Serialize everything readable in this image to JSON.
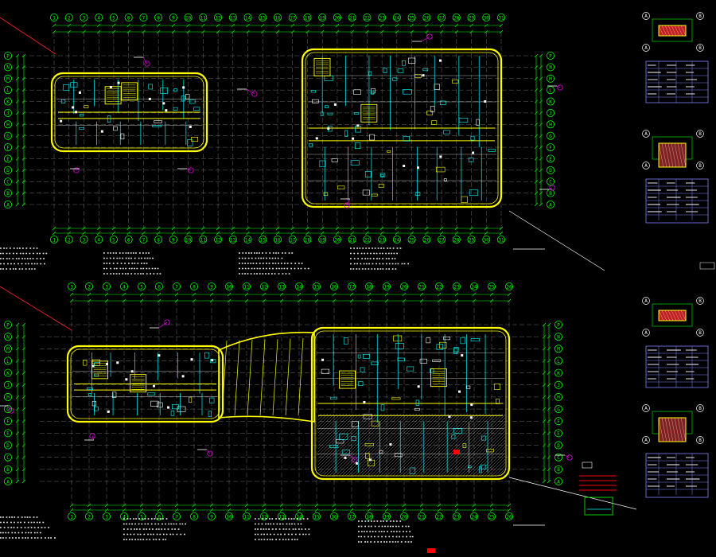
{
  "drawing": {
    "background": "#000000",
    "colors": {
      "grid": "#00ff00",
      "wall": "#ffff00",
      "fixture": "#00ffff",
      "leader": "#ff00ff",
      "accent": "#ff0000",
      "detail": "#8080ff",
      "text": "#ffffff"
    },
    "top_plan": {
      "column_axes": [
        "1",
        "2",
        "3",
        "4",
        "5",
        "6",
        "7",
        "8",
        "9",
        "10",
        "11",
        "12",
        "13",
        "14",
        "15",
        "16",
        "17",
        "18",
        "19",
        "20",
        "21",
        "22",
        "23",
        "24",
        "25",
        "26",
        "27",
        "28",
        "29",
        "30",
        "31"
      ],
      "row_axes": [
        "P",
        "N",
        "M",
        "L",
        "K",
        "J",
        "H",
        "G",
        "F",
        "E",
        "D",
        "C",
        "B",
        "A"
      ]
    },
    "bottom_plan": {
      "column_axes": [
        "1",
        "2",
        "3",
        "4",
        "5",
        "6",
        "7",
        "8",
        "9",
        "10",
        "11",
        "12",
        "13",
        "14",
        "15",
        "16",
        "17",
        "18",
        "19",
        "20",
        "21",
        "22",
        "23",
        "24",
        "25",
        "26"
      ],
      "row_axes": [
        "P",
        "N",
        "M",
        "L",
        "K",
        "J",
        "H",
        "G",
        "F",
        "E",
        "D",
        "C",
        "B",
        "A"
      ]
    },
    "detail_marker_letters": [
      "A",
      "B",
      "A",
      "B",
      "A",
      "B",
      "A",
      "B",
      "A",
      "B",
      "A",
      "B"
    ]
  }
}
